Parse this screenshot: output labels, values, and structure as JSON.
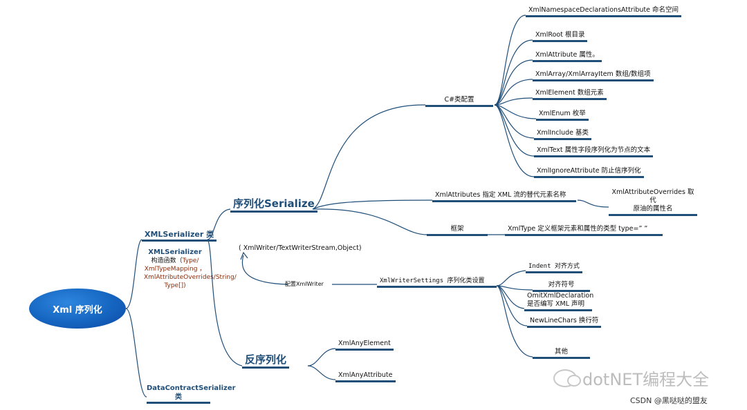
{
  "root": "Xml 序列化",
  "xmlserializer": {
    "label": "XMLSerializer 类",
    "ctor_title": "XMLSerializer",
    "ctor_text": "构造函数（",
    "ctor_params": "Type/ XmlTypeMapping ，XmlAttributeOverrides/String/ Type[])"
  },
  "datacontract": "DataContractSerializer 类",
  "serialize": {
    "label": "序列化Serialize",
    "csharp": {
      "label": "C#类配置",
      "items": [
        "XmlNamespaceDeclarationsAttribute 命名空间",
        "XmlRoot 根目录",
        "XmlAttribute 属性。",
        "XmlArray/XmlArrayItem 数组/数组项",
        "XmlElement 数组元素",
        "XmlEnum 枚举",
        "XmlInclude 基类",
        "XmlText 属性字段序列化为节点的文本",
        "XmlIgnoreAttribute 防止信序列化"
      ]
    },
    "xmlattributes": "XmlAttributes 指定 XML 流的替代元素名称",
    "overrides": [
      "XmlAttributeOverrides 取代",
      "原油的属性名"
    ],
    "framework": "框架",
    "xmltype": "XmlType 定义框架元素和属性的类型 type=” ”",
    "writer_sig": "( XmlWriter/TextWriterStream,Object)",
    "writer_cfg": "配置XmlWriter",
    "writer_settings": "XmlWriterSettings 序列化类设置",
    "settings_items": {
      "indent": "Indent 对齐方式",
      "align": "对齐符号",
      "omit1": "OmitXmlDeclaration",
      "omit2": "是否编写 XML 声明",
      "newline": "NewLineChars 换行符",
      "other": "其他"
    }
  },
  "deserialize": {
    "label": "反序列化",
    "items": [
      "XmlAnyElement",
      "XmlAnyAttribute"
    ]
  },
  "watermark": "dotNET编程大全",
  "credit": "CSDN @黑哒哒的盟友",
  "colors": {
    "line": "#1f4e79",
    "root_fill": "#1565c0",
    "text": "#111111"
  }
}
